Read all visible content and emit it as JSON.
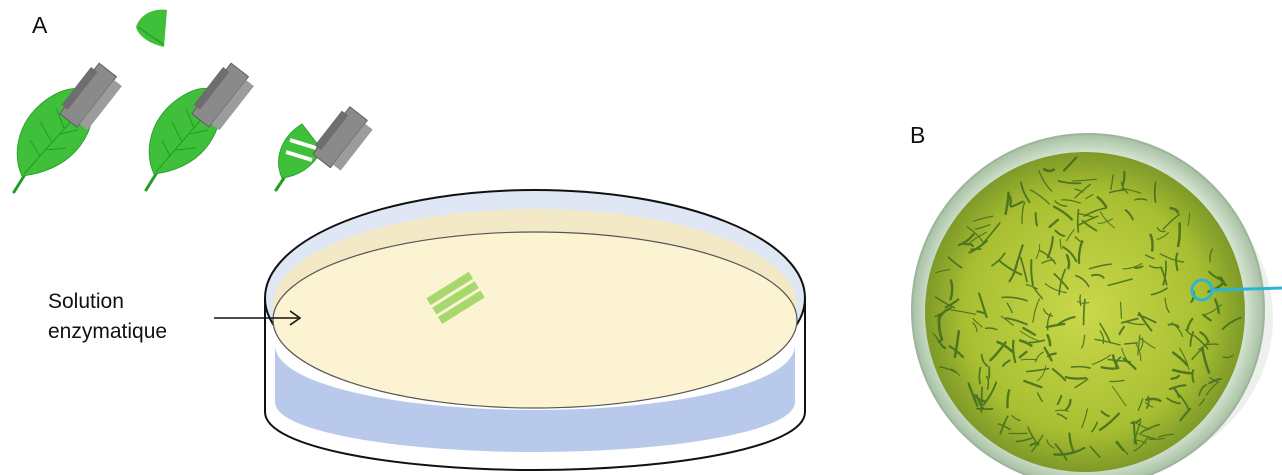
{
  "panels": {
    "a": {
      "label": "A"
    },
    "b": {
      "label": "B"
    }
  },
  "callout": {
    "line1": "Solution",
    "line2": "enzymatique"
  },
  "colors": {
    "leaf": "#3fbf3a",
    "leaf_dark": "#1f9d24",
    "blade": "#8a8a8a",
    "blade_dark": "#5f5f5f",
    "solution": "#fbf3d2",
    "dish_blue": "#b9c9ec",
    "dish_outline": "#111111",
    "culture_yellow": "#b7c93a",
    "culture_green": "#3e6b1c",
    "marker": "#2db3d8"
  }
}
